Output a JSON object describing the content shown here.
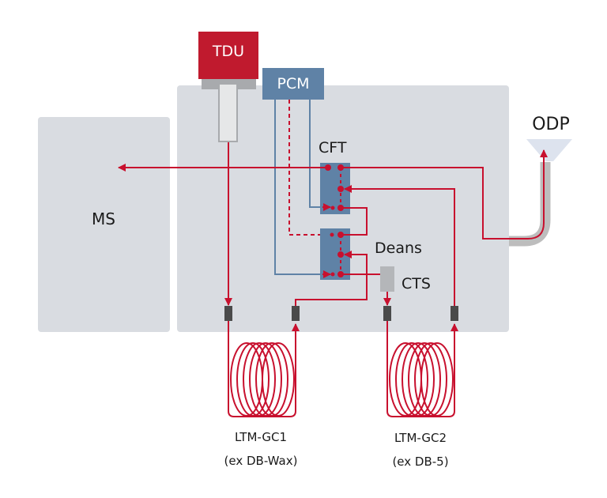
{
  "colors": {
    "flow_red": "#c8102e",
    "tdu_red": "#c01a2e",
    "pcm_blue": "#5f82a6",
    "panel_gray": "#d9dce1",
    "connector_dark": "#4a4a4a",
    "cts_gray": "#b4b6b9",
    "odp_funnel": "#dde3ee",
    "odp_tube": "#bdbdbd",
    "pcm_line": "#5f82a6"
  },
  "components": {
    "tdu": "TDU",
    "pcm": "PCM",
    "ms": "MS",
    "cft": "CFT",
    "deans": "Deans",
    "cts": "CTS",
    "odp": "ODP"
  },
  "columns": [
    {
      "name": "LTM-GC1",
      "phase": "(ex DB-Wax)"
    },
    {
      "name": "LTM-GC2",
      "phase": "(ex DB-5)"
    }
  ]
}
